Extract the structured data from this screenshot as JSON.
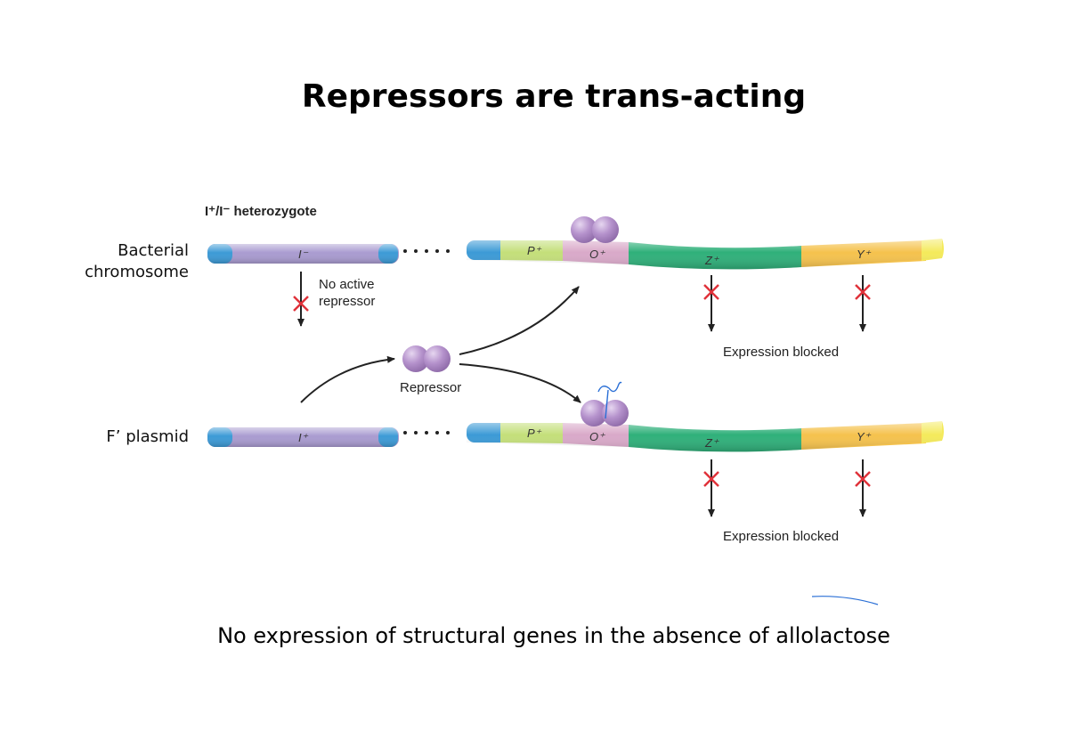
{
  "title": "Repressors are trans-acting",
  "footer": "No expression of structural genes in the absence of allolactose",
  "labels": {
    "bacterial_chromosome_line1": "Bacterial",
    "bacterial_chromosome_line2": "chromosome",
    "f_plasmid": "F’ plasmid",
    "genotype": "I⁺/I⁻ heterozygote",
    "no_active_line1": "No active",
    "no_active_line2": "repressor",
    "repressor": "Repressor",
    "expression_blocked_top": "Expression blocked",
    "expression_blocked_bottom": "Expression blocked"
  },
  "genes": {
    "chromosome_i": "I⁻",
    "plasmid_i": "I⁺",
    "p": "P⁺",
    "o": "O⁺",
    "z": "Z⁺",
    "y": "Y⁺"
  },
  "colors": {
    "i_gene": "#a99bd0",
    "end_cap": "#3c9ad6",
    "p_gene": "#c4df7a",
    "o_gene": "#d9a9c9",
    "z_gene": "#2fb07a",
    "y_gene": "#f5c24d",
    "repressor": "#b592cc",
    "block_x": "#e0323a"
  }
}
